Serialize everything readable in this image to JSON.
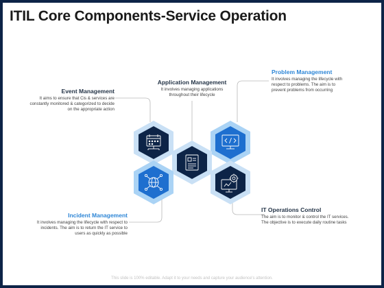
{
  "title": "ITIL Core Components-Service Operation",
  "components": {
    "event": {
      "heading": "Event Management",
      "desc": "It aims to ensure that Cis & services are constantly monitored & categorized to decide on the appropriate action",
      "icon": "calendar-network-icon"
    },
    "application": {
      "heading": "Application Management",
      "desc": "It involves managing applications throughout their lifecycle",
      "icon": "document-list-icon"
    },
    "problem": {
      "heading": "Problem Management",
      "desc": "It involves managing the lifecycle with respect to problems. The aim is to prevent problems from occurring",
      "icon": "monitor-code-icon"
    },
    "incident": {
      "heading": "Incident Management",
      "desc": "It involves managing the lifecycle with respect to incidents. The aim is to return the IT service to users as quickly as possible",
      "icon": "network-globe-icon"
    },
    "itops": {
      "heading": "IT Operations Control",
      "desc": "The aim is to monitor & control the IT services. The objective is to execute daily routine tasks",
      "icon": "settings-monitor-icon"
    }
  },
  "footer": "This slide is 100% editable. Adapt it to your needs and capture your audience's attention.",
  "colors": {
    "dark_navy": "#0d2447",
    "bright_blue": "#1e6fcf",
    "light_blue": "#aad3f5",
    "heading_dark": "#243447",
    "heading_blue": "#2e86d6"
  }
}
